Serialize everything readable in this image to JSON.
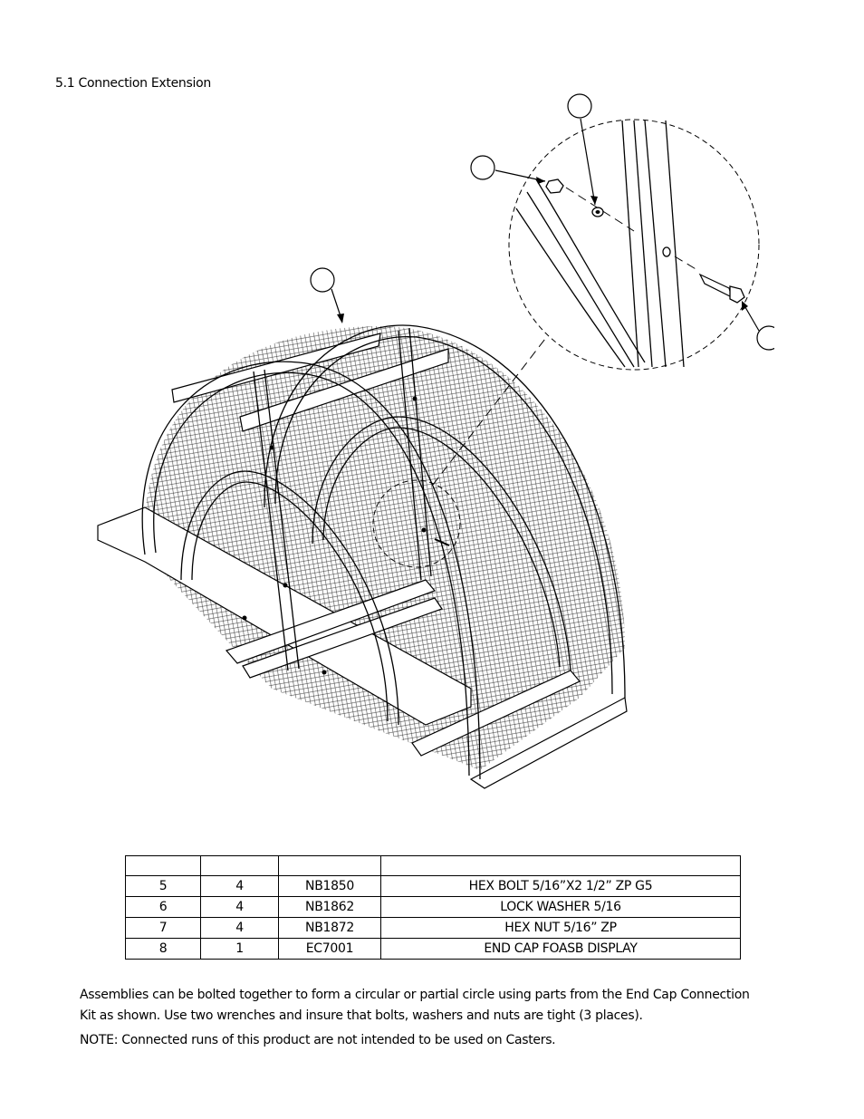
{
  "section": {
    "title": "5.1 Connection Extension"
  },
  "figure": {
    "callouts": [
      "",
      "",
      "",
      ""
    ]
  },
  "table": {
    "headers": [
      "",
      "",
      "",
      ""
    ],
    "rows": [
      {
        "item": "5",
        "qty": "4",
        "part": "NB1850",
        "desc": "HEX BOLT 5/16”X2 1/2” ZP G5"
      },
      {
        "item": "6",
        "qty": "4",
        "part": "NB1862",
        "desc": "LOCK WASHER 5/16"
      },
      {
        "item": "7",
        "qty": "4",
        "part": "NB1872",
        "desc": "HEX NUT 5/16” ZP"
      },
      {
        "item": "8",
        "qty": "1",
        "part": "EC7001",
        "desc": "END CAP FOASB DISPLAY"
      }
    ]
  },
  "body": {
    "paragraph_line1": "Assemblies can be bolted together to form a circular or partial circle using parts from the End Cap Connection",
    "paragraph_line2": "Kit as shown. Use two wrenches and insure that bolts, washers and nuts are tight (3 places).",
    "note": "NOTE: Connected runs of this product are not intended to be used on Casters."
  }
}
